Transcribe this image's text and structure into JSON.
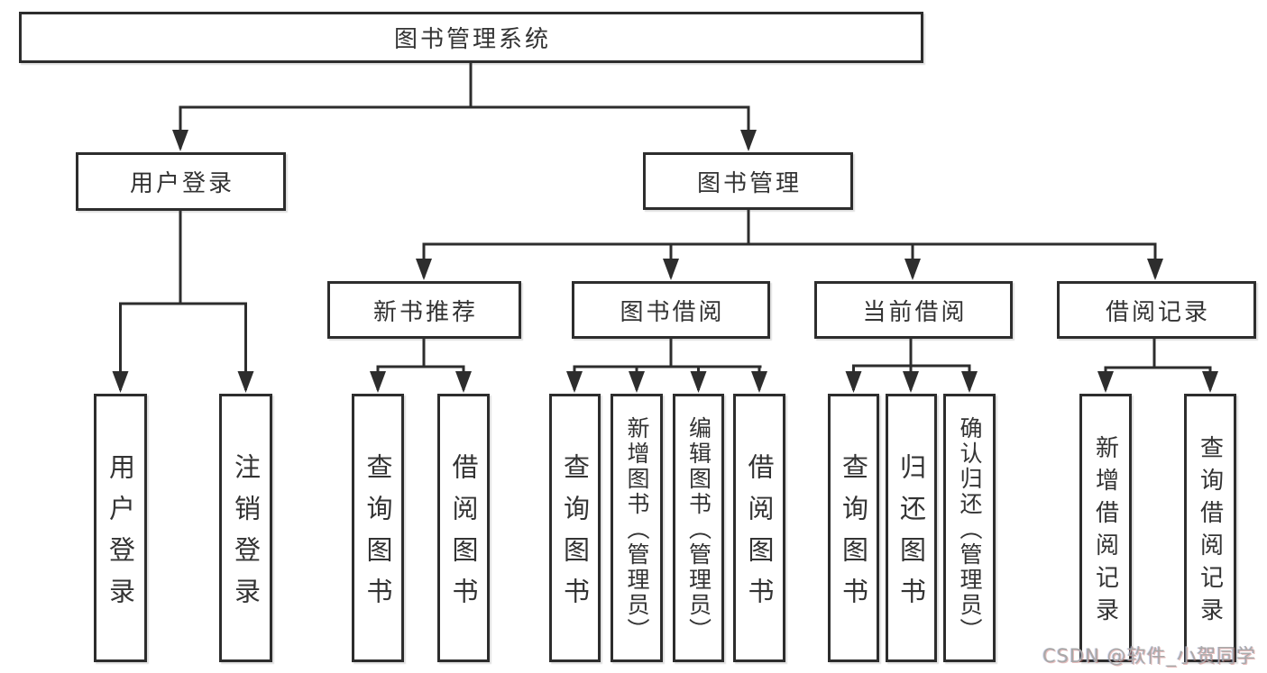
{
  "diagram_title": "图书管理系统",
  "tree": {
    "root": "图书管理系统",
    "children": [
      {
        "label": "用户登录",
        "children": [
          {
            "label": "用户登录"
          },
          {
            "label": "注销登录"
          }
        ]
      },
      {
        "label": "图书管理",
        "children": [
          {
            "label": "新书推荐",
            "children": [
              {
                "label": "查询图书"
              },
              {
                "label": "借阅图书"
              }
            ]
          },
          {
            "label": "图书借阅",
            "children": [
              {
                "label": "查询图书"
              },
              {
                "label": "新增图书（管理员）"
              },
              {
                "label": "编辑图书（管理员）"
              },
              {
                "label": "借阅图书"
              }
            ]
          },
          {
            "label": "当前借阅",
            "children": [
              {
                "label": "查询图书"
              },
              {
                "label": "归还图书"
              },
              {
                "label": "确认归还（管理员）"
              }
            ]
          },
          {
            "label": "借阅记录",
            "children": [
              {
                "label": "新增借阅记录"
              },
              {
                "label": "查询借阅记录"
              }
            ]
          }
        ]
      }
    ]
  },
  "watermark": {
    "text": "CSDN @软件_小贺同学"
  },
  "colors": {
    "line": "#2d2d2d",
    "box_border": "#2d2d2d",
    "text": "#333333",
    "background": "#ffffff",
    "watermark": "#a8a8a8"
  }
}
